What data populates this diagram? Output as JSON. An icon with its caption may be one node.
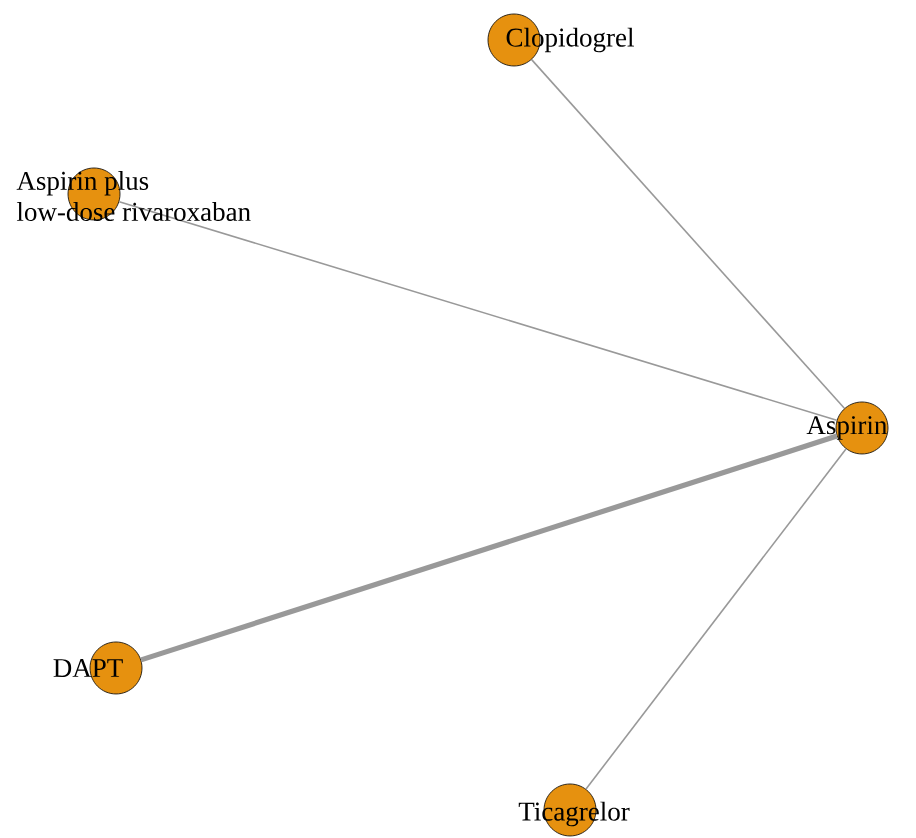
{
  "diagram": {
    "nodes": [
      {
        "text": [
          "Clopidogrel"
        ]
      },
      {
        "text": [
          "Aspirin plus low-dose rivaroxaban"
        ]
      },
      {
        "text": [
          "Aspirin"
        ]
      },
      {
        "text": [
          "DAPT"
        ]
      },
      {
        "text": [
          "Ticagrelor"
        ]
      }
    ],
    "edges": [
      {
        "from": 0,
        "to": 2,
        "arrow": "none"
      },
      {
        "from": 1,
        "to": 2,
        "arrow": "none"
      },
      {
        "from": 3,
        "to": 2,
        "arrow": "none",
        "style": "thick"
      },
      {
        "from": 4,
        "to": 2,
        "arrow": "none"
      }
    ]
  }
}
